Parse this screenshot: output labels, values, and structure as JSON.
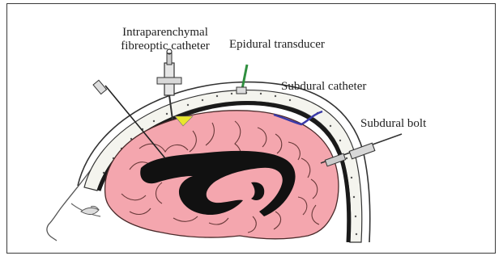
{
  "labels": {
    "intraparenchymal_line1": "Intraparenchymal",
    "intraparenchymal_line2": "fibreoptic catheter",
    "epidural": "Epidural transducer",
    "subdural_catheter": "Subdural catheter",
    "subdural_bolt": "Subdural bolt"
  },
  "colors": {
    "brain": "#f4a6ae",
    "brain_outline": "#4a2a2a",
    "ventricle": "#111111",
    "skull_bone": "#f4f4ee",
    "epidural_transducer": "#2f8f3f",
    "subdural_catheter": "#3a3aa8",
    "tip_marker": "#e8e62c",
    "line": "#2a2a2a"
  }
}
